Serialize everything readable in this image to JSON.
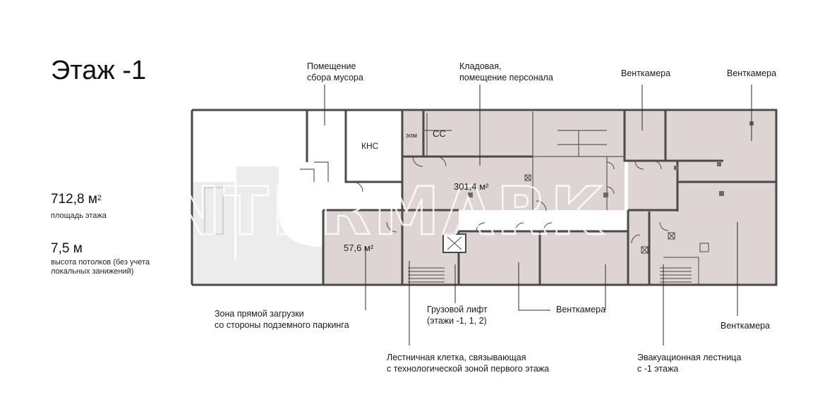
{
  "title": "Этаж -1",
  "stats": {
    "area_value": "712,8 м",
    "area_sup": "2",
    "area_label": "площадь этажа",
    "height_value": "7,5 м",
    "height_label": "высота потолков (без учета локальных занижений)"
  },
  "watermark": "INTERMARK",
  "rooms": {
    "kns": "КНС",
    "eom": "эом",
    "ss": "СС",
    "main_area": "301,4 м²",
    "loading_area": "57,6 м²"
  },
  "callouts": {
    "garbage": [
      "Помещение",
      "сбора мусора"
    ],
    "storage": [
      "Кладовая,",
      "помещение персонала"
    ],
    "vent1": [
      "Венткамера"
    ],
    "vent2": [
      "Венткамера"
    ],
    "loading": [
      "Зона прямой загрузки",
      "со стороны подземного паркинга"
    ],
    "freight_lift": [
      "Грузовой лифт",
      "(этажи -1, 1, 2)"
    ],
    "vent3": [
      "Венткамера"
    ],
    "vent4": [
      "Венткамера"
    ],
    "stairs": [
      "Лестничная клетка, связывающая",
      "с технологической зоной первого этажа"
    ],
    "evac": [
      "Эвакуационная лестница",
      "с -1 этажа"
    ]
  },
  "colors": {
    "room_fill": "#ddd4d3",
    "wall": "#4a4a4a",
    "outside_fill": "#ececec",
    "leader": "#2a2a2a"
  }
}
